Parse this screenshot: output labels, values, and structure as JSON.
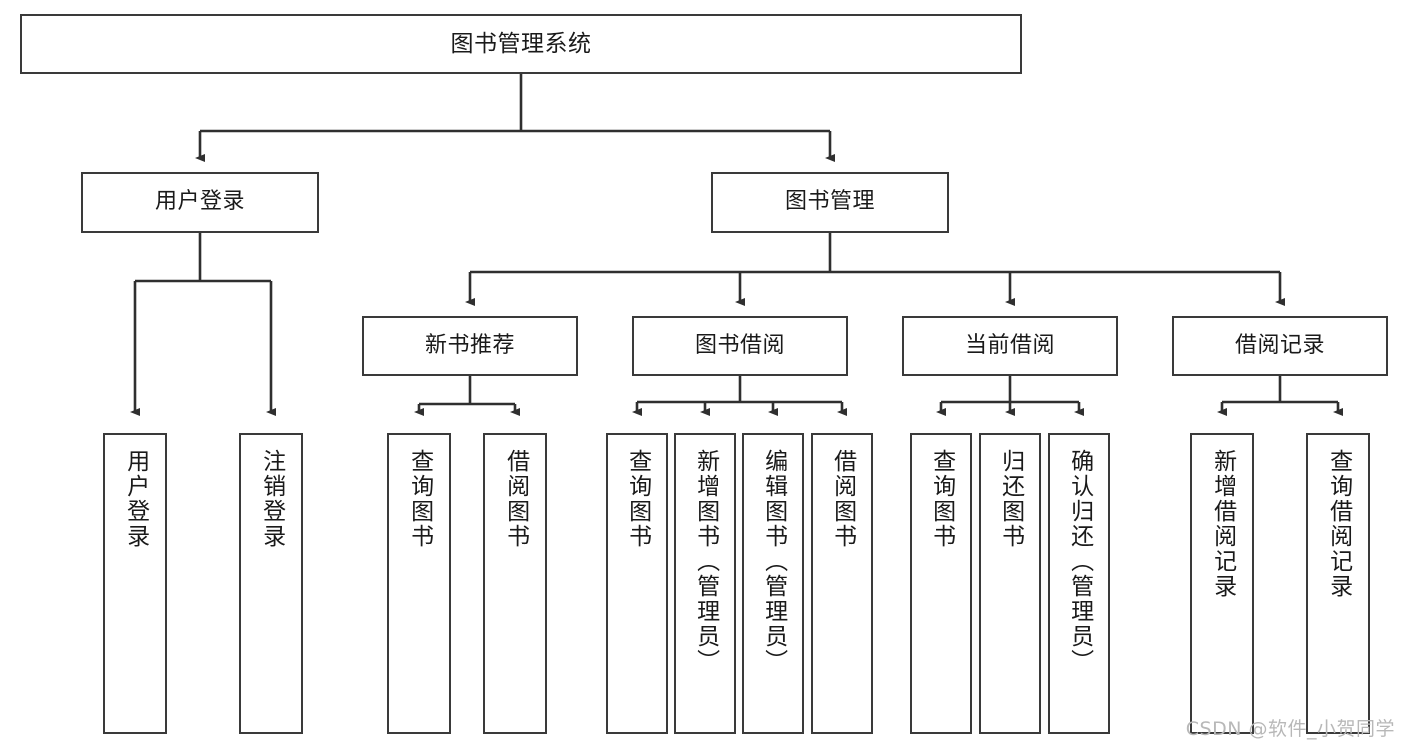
{
  "diagram": {
    "title": "图书管理系统",
    "type": "hierarchy-tree",
    "watermark": "CSDN @软件_小贺同学",
    "colors": {
      "box_border": "#3a3a3a",
      "box_fill": "#ffffff",
      "connector": "#2f2f2f",
      "text": "#1a1a1a",
      "watermark": "#b8b8b8"
    },
    "nodes": {
      "root": {
        "label": "图书管理系统"
      },
      "level2": [
        {
          "label": "用户登录"
        },
        {
          "label": "图书管理"
        }
      ],
      "level3": [
        {
          "label": "新书推荐"
        },
        {
          "label": "图书借阅"
        },
        {
          "label": "当前借阅"
        },
        {
          "label": "借阅记录"
        }
      ],
      "leaves": {
        "user_login": [
          {
            "label": "用户登录"
          },
          {
            "label": "注销登录"
          }
        ],
        "new_book": [
          {
            "label": "查询图书"
          },
          {
            "label": "借阅图书"
          }
        ],
        "book_borrow": [
          {
            "label": "查询图书"
          },
          {
            "label": "新增图书（管理员）"
          },
          {
            "label": "编辑图书（管理员）"
          },
          {
            "label": "借阅图书"
          }
        ],
        "current_borrow": [
          {
            "label": "查询图书"
          },
          {
            "label": "归还图书"
          },
          {
            "label": "确认归还（管理员）"
          }
        ],
        "borrow_record": [
          {
            "label": "新增借阅记录"
          },
          {
            "label": "查询借阅记录"
          }
        ]
      }
    }
  }
}
